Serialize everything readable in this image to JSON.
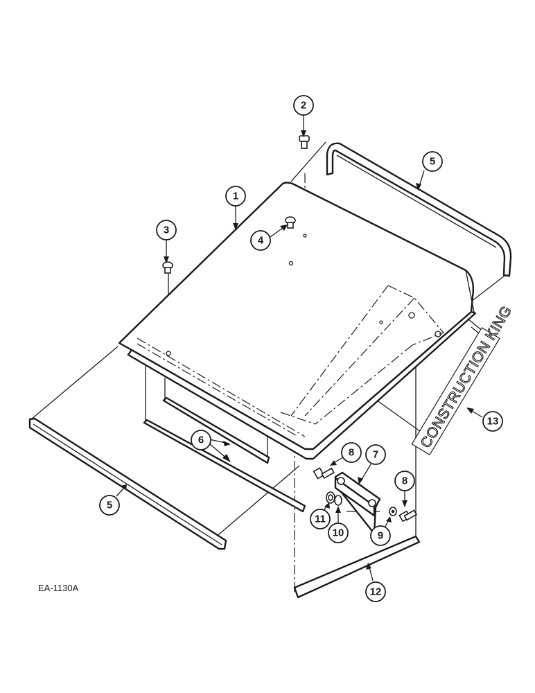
{
  "figure": {
    "reference_code": "EA-1130A",
    "decal_text": "CONSTRUCTION KING"
  },
  "callouts": [
    {
      "id": "c1",
      "label": "1"
    },
    {
      "id": "c2",
      "label": "2"
    },
    {
      "id": "c3",
      "label": "3"
    },
    {
      "id": "c4",
      "label": "4"
    },
    {
      "id": "c5a",
      "label": "5"
    },
    {
      "id": "c5b",
      "label": "5"
    },
    {
      "id": "c6",
      "label": "6"
    },
    {
      "id": "c7",
      "label": "7"
    },
    {
      "id": "c8a",
      "label": "8"
    },
    {
      "id": "c8b",
      "label": "8"
    },
    {
      "id": "c9",
      "label": "9"
    },
    {
      "id": "c10",
      "label": "10"
    },
    {
      "id": "c11",
      "label": "11"
    },
    {
      "id": "c12",
      "label": "12"
    },
    {
      "id": "c13",
      "label": "13"
    }
  ]
}
